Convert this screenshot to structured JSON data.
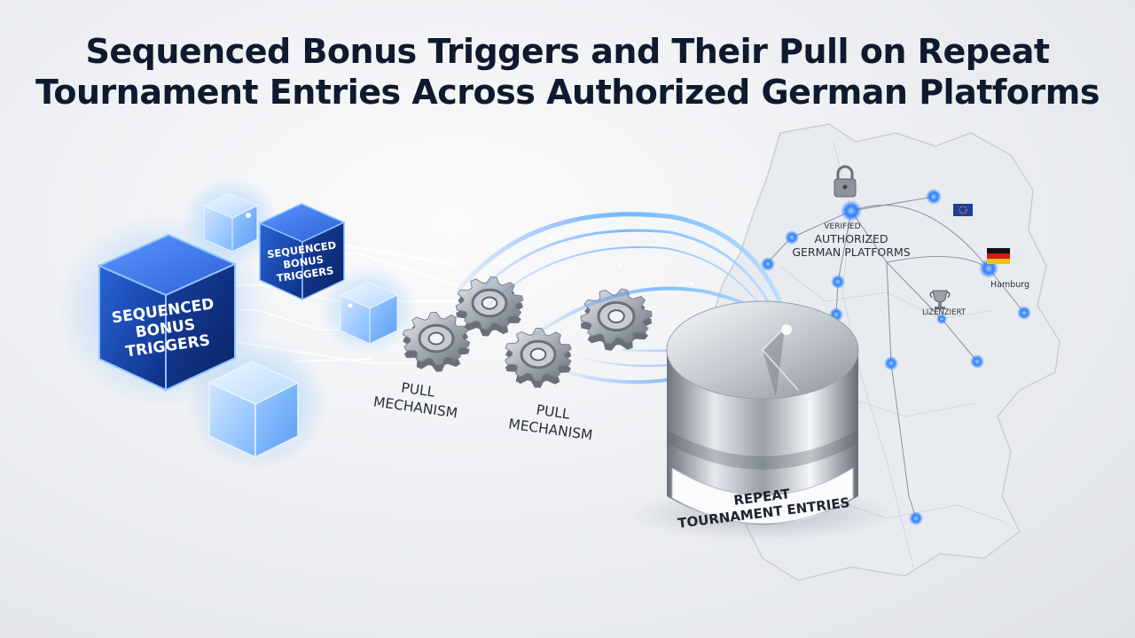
{
  "title": {
    "line1": "Sequenced Bonus Triggers and Their Pull on Repeat",
    "line2": "Tournament Entries Across Authorized German Platforms"
  },
  "cubes": {
    "large_label": [
      "SEQUENCED",
      "BONUS",
      "TRIGGERS"
    ],
    "small_label": [
      "SEQUENCED",
      "BONUS",
      "TRIGGERS"
    ]
  },
  "gears": {
    "label_1": [
      "PULL",
      "MECHANISM"
    ],
    "label_2": [
      "PULL",
      "MECHANISM"
    ]
  },
  "cylinder": {
    "label": [
      "REPEAT",
      "TOURNAMENT ENTRIES"
    ]
  },
  "map": {
    "heading": [
      "AUTHORIZED",
      "GERMAN PLATFORMS"
    ],
    "verified_tag": "VERIFIED",
    "city_label": "Hamburg",
    "license_label": "LIZENZIERT"
  },
  "icons": {
    "lock": "lock-icon",
    "flag_eu": "eu-flag-icon",
    "flag_de": "german-flag-icon",
    "trophy": "trophy-icon",
    "gear": "gear-icon",
    "cube": "cube-icon"
  },
  "colors": {
    "title": "#0f1a2e",
    "cube_blue": "#1d4fb8",
    "glow": "#4aa3ff",
    "metal": "#b9bec6",
    "map_land": "#e9ecf1",
    "node": "#2f7fff"
  }
}
